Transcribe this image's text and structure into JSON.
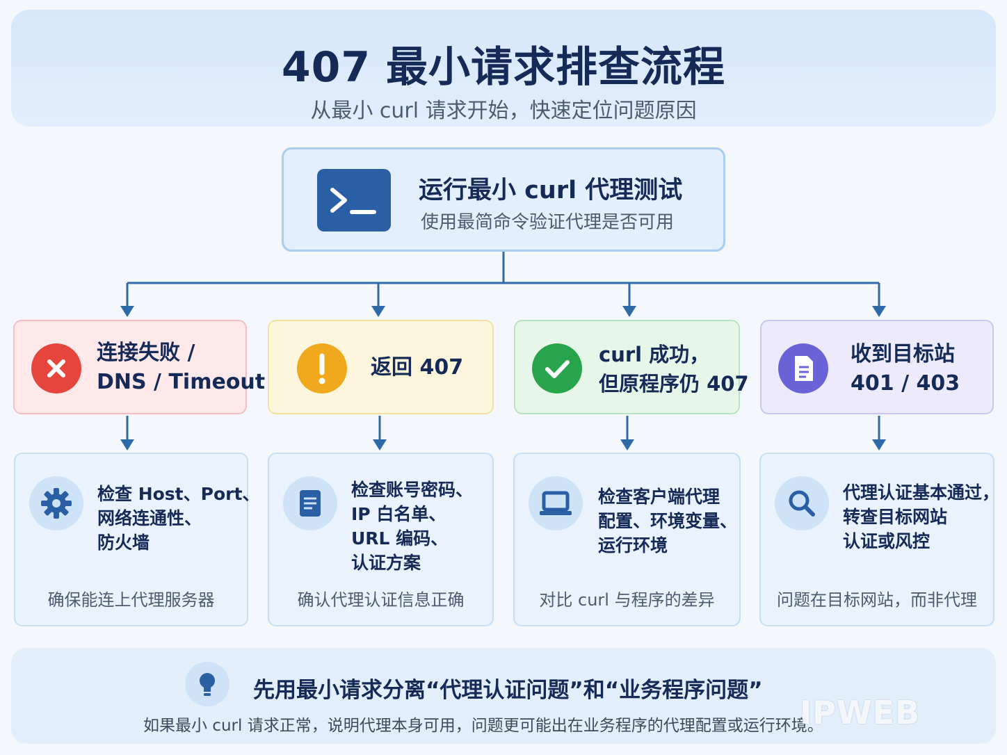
{
  "header": {
    "title": "407 最小请求排查流程",
    "subtitle": "从最小 curl 请求开始，快速定位问题原因"
  },
  "start": {
    "title": "运行最小 curl 代理测试",
    "subtitle": "使用最简命令验证代理是否可用",
    "icon": "terminal-icon"
  },
  "branches": [
    {
      "lines": [
        "连接失败 /",
        "DNS / Timeout"
      ],
      "icon": "x-circle-icon",
      "color": "#e5453c",
      "detail": {
        "lines": [
          "检查 Host、Port、",
          "网络连通性、",
          "防火墙"
        ],
        "footer": "确保能连上代理服务器",
        "icon": "gear-icon"
      }
    },
    {
      "lines": [
        "返回 407"
      ],
      "icon": "exclamation-icon",
      "color": "#f0a81c",
      "detail": {
        "lines": [
          "检查账号密码、",
          "IP 白名单、",
          "URL 编码、",
          "认证方案"
        ],
        "footer": "确认代理认证信息正确",
        "icon": "document-icon"
      }
    },
    {
      "lines": [
        "curl 成功，",
        "但原程序仍 407"
      ],
      "icon": "check-circle-icon",
      "color": "#28a44c",
      "detail": {
        "lines": [
          "检查客户端代理",
          "配置、环境变量、",
          "运行环境"
        ],
        "footer": "对比 curl 与程序的差异",
        "icon": "laptop-icon"
      }
    },
    {
      "lines": [
        "收到目标站",
        "401 / 403"
      ],
      "icon": "file-icon",
      "color": "#6a63d8",
      "detail": {
        "lines": [
          "代理认证基本通过，",
          "转查目标网站",
          "认证或风控"
        ],
        "footer": "问题在目标网站，而非代理",
        "icon": "search-icon"
      }
    }
  ],
  "tip": {
    "title": "先用最小请求分离“代理认证问题”和“业务程序问题”",
    "text": "如果最小 curl 请求正常，说明代理本身可用，问题更可能出在业务程序的代理配置或运行环境。",
    "icon": "lightbulb-icon"
  },
  "watermark": "IPWEB"
}
